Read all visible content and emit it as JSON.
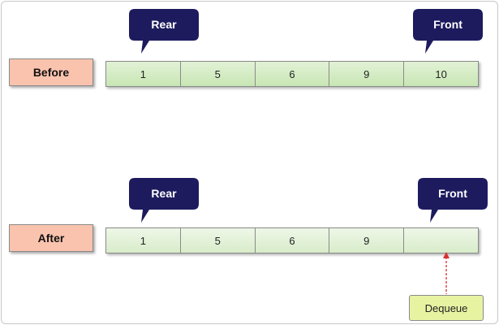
{
  "before": {
    "label": "Before",
    "cells": [
      "1",
      "5",
      "6",
      "9",
      "10"
    ],
    "rear_label": "Rear",
    "front_label": "Front"
  },
  "after": {
    "label": "After",
    "cells": [
      "1",
      "5",
      "6",
      "9",
      ""
    ],
    "rear_label": "Rear",
    "front_label": "Front"
  },
  "operation": {
    "label": "Dequeue"
  },
  "colors": {
    "callout": "#1d1b5e",
    "label_box": "#f9c3ad",
    "cell": "#d4ecc4",
    "operation_box": "#e8f3a2",
    "arrow": "#d93030"
  }
}
